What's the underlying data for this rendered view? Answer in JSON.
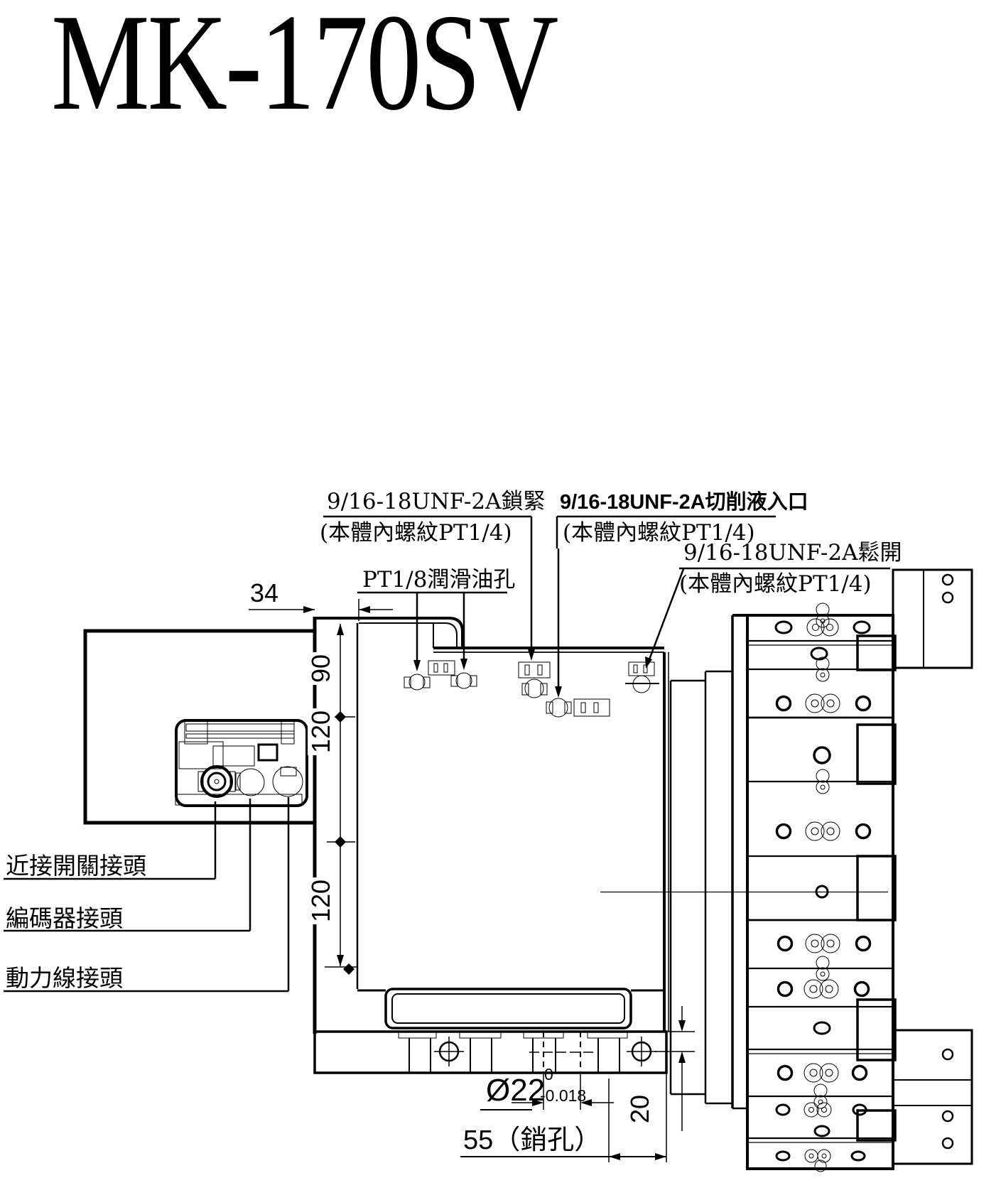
{
  "title": "MK-170SV",
  "colors": {
    "line": "#000000",
    "background": "#ffffff"
  },
  "callouts": {
    "lock_line1": "9/16-18UNF-2A鎖緊",
    "lock_line2": "(本體內螺紋PT1/4)",
    "coolant_line1": "9/16-18UNF-2A切削液入口",
    "coolant_line2": "(本體內螺紋PT1/4)",
    "release_line1": "9/16-18UNF-2A鬆開",
    "release_line2": "(本體內螺紋PT1/4)",
    "lube_port": "PT1/8潤滑油孔",
    "proximity_connector": "近接開關接頭",
    "encoder_connector": "編碼器接頭",
    "power_connector": "動力線接頭"
  },
  "dimensions": {
    "top_step_width": "34",
    "upper_spacing": "90",
    "mid_spacing": "120",
    "lower_spacing": "120",
    "pin_hole_diameter": "Ø22",
    "pin_hole_tol_upper": "0",
    "pin_hole_tol_lower": "-0.018",
    "pin_hole_depth": "20",
    "pin_hole_span": "55（銷孔）"
  }
}
